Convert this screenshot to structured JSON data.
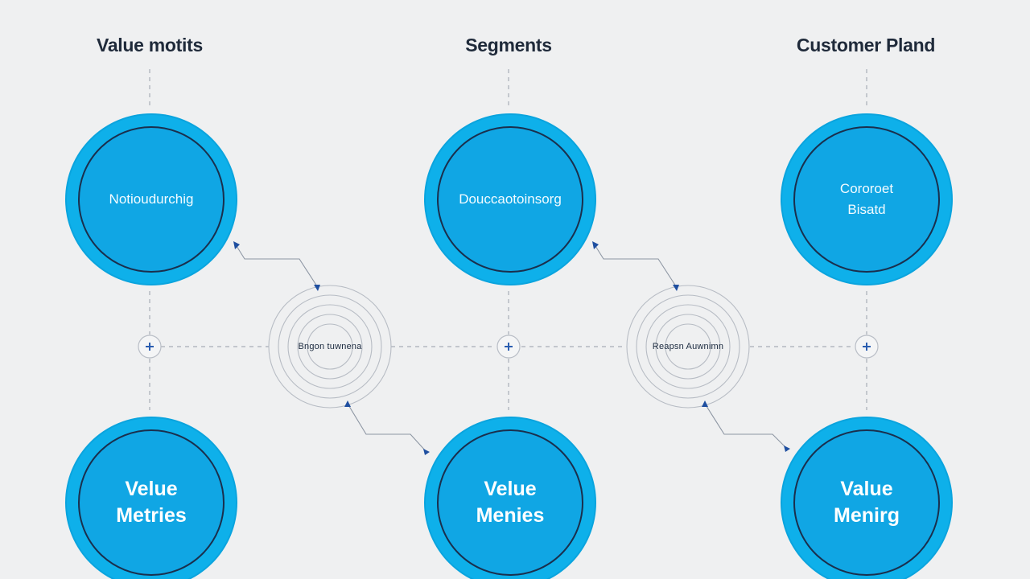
{
  "titles": {
    "left": "Value motits",
    "center": "Segments",
    "right": "Customer Pland"
  },
  "nodes": {
    "top_left": {
      "line1": "Notioudurchig"
    },
    "top_center": {
      "line1": "Douccaotoinsorg"
    },
    "top_right": {
      "line1": "Cororoet",
      "line2": "Bisatd"
    },
    "bottom_left": {
      "line1": "Velue",
      "line2": "Metries"
    },
    "bottom_center": {
      "line1": "Velue",
      "line2": "Menies"
    },
    "bottom_right": {
      "line1": "Value",
      "line2": "Menirg"
    }
  },
  "hubs": {
    "left": {
      "label": "Bngon tuwnena"
    },
    "right": {
      "label": "Reapsn Auwnimn"
    }
  },
  "colors": {
    "background": "#eff0f1",
    "node_fill": "#0eb0ea",
    "node_ring": "#1a2f4d",
    "connector": "#9aa3b0",
    "arrow": "#1f4fa0",
    "title_text": "#1f2a3a"
  },
  "icons": {
    "junction": "plus-icon",
    "arrowhead": "arrowhead-icon",
    "hub": "concentric-rings-icon"
  }
}
